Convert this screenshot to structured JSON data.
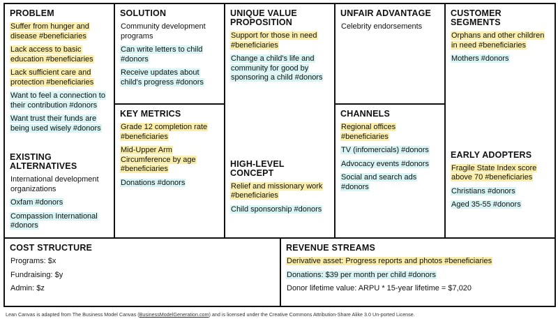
{
  "problem": {
    "title": "PROBLEM",
    "items": [
      {
        "text": "Suffer from hunger and disease #beneficiaries",
        "tag": "y"
      },
      {
        "text": "Lack access to basic education #beneficiaries",
        "tag": "y"
      },
      {
        "text": "Lack sufficient care and protection #beneficiaries",
        "tag": "y"
      },
      {
        "text": "Want to feel a connection to their contribution #donors",
        "tag": "c"
      },
      {
        "text": "Want trust their funds are being used wisely #donors",
        "tag": "c"
      }
    ]
  },
  "existing_alternatives": {
    "title": "EXISTING ALTERNATIVES",
    "items": [
      {
        "text": "International development organizations",
        "tag": "plain"
      },
      {
        "text": "Oxfam #donors",
        "tag": "c"
      },
      {
        "text": "Compassion International #donors",
        "tag": "c"
      }
    ]
  },
  "solution": {
    "title": "SOLUTION",
    "items": [
      {
        "text": "Community development programs",
        "tag": "plain"
      },
      {
        "text": "Can write letters to child #donors",
        "tag": "c"
      },
      {
        "text": "Receive updates about child's progress #donors",
        "tag": "c"
      }
    ]
  },
  "key_metrics": {
    "title": "KEY METRICS",
    "items": [
      {
        "text": "Grade 12 completion rate #beneficiaries",
        "tag": "y"
      },
      {
        "text": "Mid-Upper Arm Circumference by age #beneficiaries",
        "tag": "y"
      },
      {
        "text": "Donations #donors",
        "tag": "c"
      }
    ]
  },
  "uvp": {
    "title": "UNIQUE VALUE PROPOSITION",
    "items": [
      {
        "text": "Support for those in need #beneficiaries",
        "tag": "y"
      },
      {
        "text": "Change a child's life and community for good by sponsoring a child #donors",
        "tag": "c"
      }
    ]
  },
  "high_level_concept": {
    "title": "HIGH-LEVEL CONCEPT",
    "items": [
      {
        "text": "Relief and missionary work #beneficiaries",
        "tag": "y"
      },
      {
        "text": "Child sponsorship #donors",
        "tag": "c"
      }
    ]
  },
  "unfair_advantage": {
    "title": "UNFAIR ADVANTAGE",
    "items": [
      {
        "text": "Celebrity endorsements",
        "tag": "plain"
      }
    ]
  },
  "channels": {
    "title": "CHANNELS",
    "items": [
      {
        "text": "Regional offices #beneficiaries",
        "tag": "y"
      },
      {
        "text": "TV (infomercials) #donors",
        "tag": "c"
      },
      {
        "text": "Advocacy events #donors",
        "tag": "c"
      },
      {
        "text": "Social and search ads #donors",
        "tag": "c"
      }
    ]
  },
  "customer_segments": {
    "title": "CUSTOMER SEGMENTS",
    "items": [
      {
        "text": "Orphans and other children in need #beneficiaries",
        "tag": "y"
      },
      {
        "text": "Mothers #donors",
        "tag": "c"
      }
    ]
  },
  "early_adopters": {
    "title": "EARLY ADOPTERS",
    "items": [
      {
        "text": "Fragile State Index score above 70 #beneficiaries",
        "tag": "y"
      },
      {
        "text": "Christians #donors",
        "tag": "c"
      },
      {
        "text": "Aged 35-55 #donors",
        "tag": "c"
      }
    ]
  },
  "cost_structure": {
    "title": "COST STRUCTURE",
    "items": [
      {
        "text": "Programs: $x",
        "tag": "plain"
      },
      {
        "text": "Fundraising: $y",
        "tag": "plain"
      },
      {
        "text": "Admin: $z",
        "tag": "plain"
      }
    ]
  },
  "revenue_streams": {
    "title": "REVENUE STREAMS",
    "items": [
      {
        "text": "Derivative asset: Progress reports and photos #beneficiaries",
        "tag": "y"
      },
      {
        "text": "Donations: $39 per month per child #donors",
        "tag": "c"
      },
      {
        "text": "Donor lifetime value: ARPU * 15-year lifetime = $7,020",
        "tag": "plain"
      }
    ]
  },
  "footer": {
    "prefix": "Lean Canvas is adapted from The Business Model Canvas (",
    "link": "BusinessModelGeneration.com",
    "suffix": ") and is licensed under the Creative Commons Attribution-Share Alike 3.0 Un-ported License."
  },
  "colors": {
    "beneficiaries_highlight": "#faeeaa",
    "donors_highlight": "#d8f4f4",
    "border": "#111111"
  }
}
